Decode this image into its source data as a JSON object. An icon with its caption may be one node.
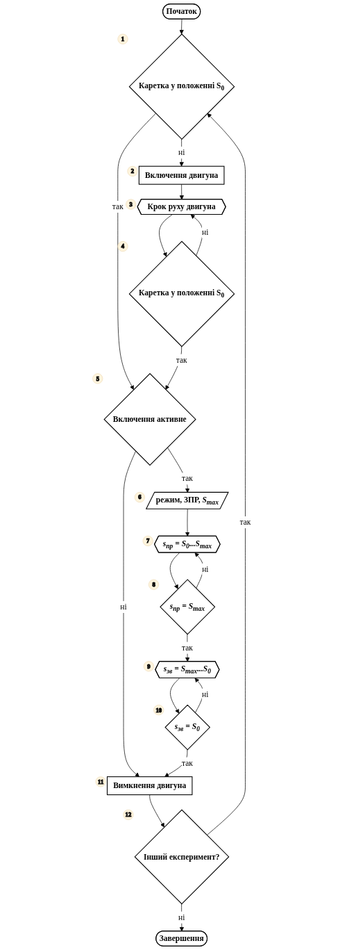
{
  "diagram": {
    "nodes": [
      {
        "text": [
          "Початок"
        ]
      },
      {
        "text": [
          "Каретка у положенні S$_{0}$"
        ],
        "beside": [
          "1"
        ]
      },
      {
        "text": [
          "Включення двигуна"
        ],
        "beside": [
          "2"
        ]
      },
      {
        "text": [
          "Крок руху двигуна"
        ],
        "beside": [
          "3"
        ]
      },
      {
        "text": [
          "Каретка у положенні S$_{0}$"
        ],
        "beside": [
          "4"
        ]
      },
      {
        "text": [
          "Включення активне"
        ],
        "beside": [
          "5"
        ]
      },
      {
        "text": [
          "режим, ЗПР, *S$_{max}$*"
        ],
        "beside": [
          "6"
        ]
      },
      {
        "text": [
          "*s$_{пр}$ = S$_{0}$...S$_{max}$*"
        ],
        "beside": [
          "7"
        ]
      },
      {
        "text": [
          "*s$_{пр}$ = S$_{max}$*"
        ],
        "beside": [
          "8"
        ]
      },
      {
        "text": [
          "*s$_{зв}$ = S$_{max}$...S$_{0}$*"
        ],
        "beside": [
          "9"
        ]
      },
      {
        "text": [
          "*s$_{зв}$ = S$_{0}$*"
        ],
        "beside": [
          "10"
        ]
      },
      {
        "text": [
          "Вимкнення двигуна"
        ],
        "beside": [
          "11"
        ]
      },
      {
        "text": [
          "Інший експеримент?"
        ],
        "beside": [
          "12"
        ]
      },
      {
        "text": [
          "Завершення"
        ]
      }
    ],
    "edges": [
      {
        "from": 0,
        "to": 1,
        "arrow": "to"
      },
      {
        "from": 1,
        "to": 5,
        "arrow": "to",
        "label": "так"
      },
      {
        "from": 1,
        "to": 2,
        "arrow": "to",
        "label": "ні"
      },
      {
        "from": 2,
        "to": 3,
        "arrow": "to"
      },
      {
        "from": 3,
        "to": 4,
        "arrow": "to"
      },
      {
        "from": 4,
        "to": 3,
        "arrow": "to",
        "label": "ні"
      },
      {
        "from": 4,
        "to": 5,
        "arrow": "to",
        "label": "так"
      },
      {
        "from": 5,
        "to": 11,
        "arrow": "to",
        "label": "ні"
      },
      {
        "from": 5,
        "to": 6,
        "arrow": "to",
        "label": "так"
      },
      {
        "from": 6,
        "to": 7,
        "arrow": "to"
      },
      {
        "from": 7,
        "to": 8,
        "arrow": "to"
      },
      {
        "from": 8,
        "to": 7,
        "arrow": "to",
        "label": "ні"
      },
      {
        "from": 8,
        "to": 9,
        "arrow": "to",
        "label": "так"
      },
      {
        "from": 9,
        "to": 10,
        "arrow": "to"
      },
      {
        "from": 10,
        "to": 9,
        "arrow": "to",
        "label": "ні"
      },
      {
        "from": 10,
        "to": 11,
        "arrow": "to",
        "label": "так"
      },
      {
        "from": 11,
        "to": 12,
        "arrow": "to"
      },
      {
        "from": 12,
        "to": 1,
        "arrow": "to",
        "label": "так"
      },
      {
        "from": 12,
        "to": 13,
        "arrow": "to",
        "label": "ні"
      }
    ]
  }
}
